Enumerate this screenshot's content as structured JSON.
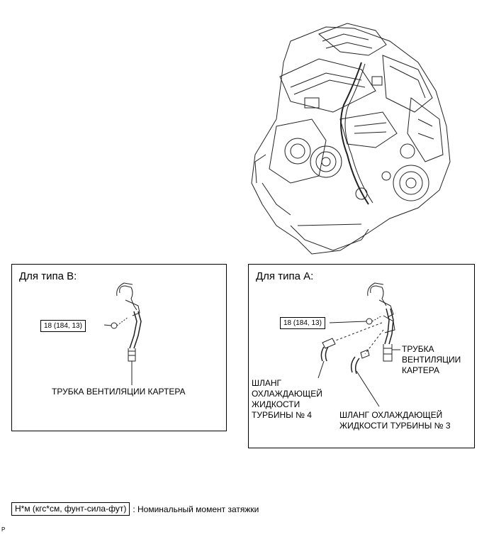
{
  "panel_b": {
    "title": "Для типа B:",
    "torque": "18 (184, 13)",
    "pipe_label": "ТРУБКА ВЕНТИЛЯЦИИ КАРТЕРА"
  },
  "panel_a": {
    "title": "Для типа A:",
    "torque": "18 (184, 13)",
    "pipe_label": [
      "ТРУБКА",
      "ВЕНТИЛЯЦИИ",
      "КАРТЕРА"
    ],
    "hose4_label": [
      "ШЛАНГ",
      "ОХЛАЖДАЮЩЕЙ",
      "ЖИДКОСТИ",
      "ТУРБИНЫ № 4"
    ],
    "hose3_label": [
      "ШЛАНГ ОХЛАЖДАЮЩЕЙ",
      "ЖИДКОСТИ ТУРБИНЫ № 3"
    ]
  },
  "legend": {
    "unit": "Н*м (кгс*см, фунт-сила-фут)",
    "description": ": Номинальный момент затяжки"
  },
  "corner_mark": "P"
}
